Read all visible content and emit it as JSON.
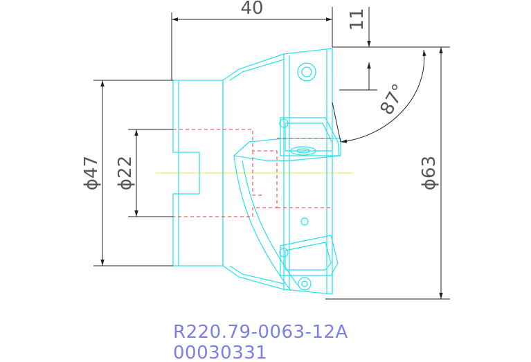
{
  "dimensions": {
    "length": "40",
    "height": "11",
    "angle": "87°",
    "bore_diameter": "ϕ22",
    "hub_diameter": "ϕ47",
    "cutter_diameter": "ϕ63"
  },
  "part": {
    "code": "R220.79-0063-12A",
    "number": "00030331"
  },
  "colors": {
    "outline": "#26e0ee",
    "dimension": "#222222",
    "hidden": "#ff3030",
    "centerline": "#e8e84a",
    "text_blue": "#7b7fe8",
    "text_dim": "#555555"
  }
}
